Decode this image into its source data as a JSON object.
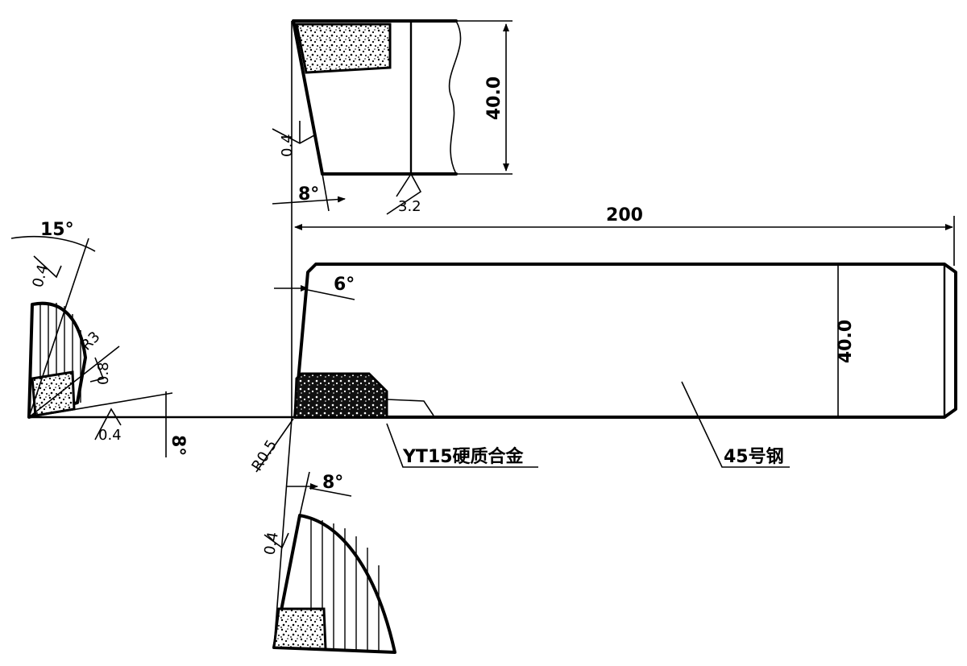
{
  "dimensions": {
    "length": "200",
    "height_side": "40.0",
    "height_top": "40.0"
  },
  "angles": {
    "top_clearance": "8°",
    "side_rake": "6°",
    "left_view": "15°",
    "left_view_bottom": "8°",
    "bottom_view": "8°"
  },
  "roughness": {
    "top_left": "0.4",
    "top_bottom": "3.2",
    "left_diag": "0.4",
    "left_lower": "0.8",
    "left_bottom": "0.4",
    "bottom_view": "0.4"
  },
  "radii": {
    "left_view": "R3",
    "nose": "R0.5"
  },
  "materials": {
    "insert": "YT15硬质合金",
    "shank": "45号钢"
  },
  "colors": {
    "line": "#000000",
    "background": "#ffffff"
  }
}
